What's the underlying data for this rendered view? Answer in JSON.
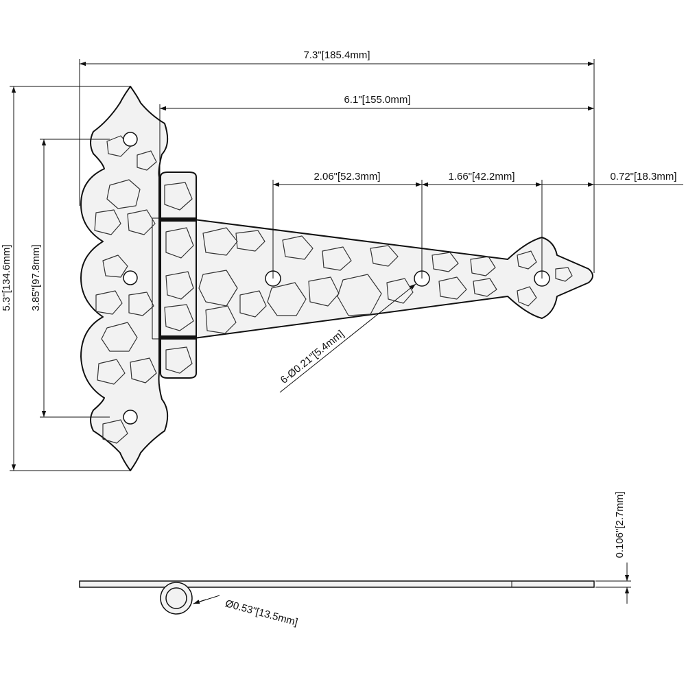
{
  "dimensions": {
    "overall_length": "7.3\"[185.4mm]",
    "strap_length": "6.1\"[155.0mm]",
    "hole_spacing_1": "2.06\"[52.3mm]",
    "hole_spacing_2": "1.66\"[42.2mm]",
    "tip_distance": "0.72\"[18.3mm]",
    "plate_height": "5.3\"[134.6mm]",
    "plate_hole_spacing": "3.85\"[97.8mm]",
    "hole_callout": "6-Ø0.21\"[5.4mm]",
    "thickness": "0.106\"[2.7mm]",
    "pin_diameter": "Ø0.53\"[13.5mm]"
  }
}
